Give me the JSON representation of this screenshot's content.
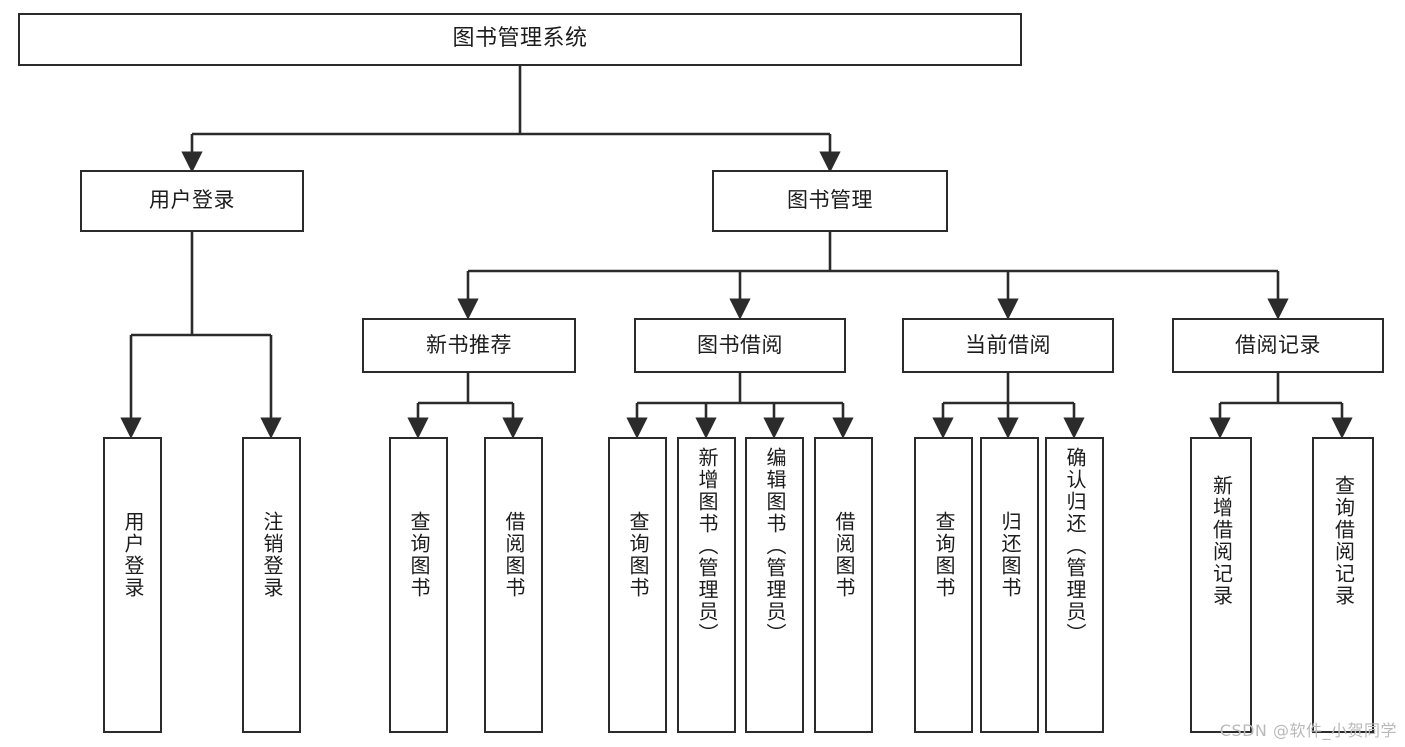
{
  "diagram": {
    "type": "tree",
    "title": "图书管理系统",
    "watermark": "CSDN @软件_小贺同学",
    "colors": {
      "stroke": "#2b2b2b",
      "fill": "#ffffff",
      "text": "#1c1c1c",
      "watermark": "#b9b9b9"
    },
    "root": {
      "label": "图书管理系统"
    },
    "level2": [
      {
        "label": "用户登录"
      },
      {
        "label": "图书管理"
      }
    ],
    "level3": [
      {
        "label": "新书推荐"
      },
      {
        "label": "图书借阅"
      },
      {
        "label": "当前借阅"
      },
      {
        "label": "借阅记录"
      }
    ],
    "leaves": {
      "user_login": [
        {
          "label": "用户登录"
        },
        {
          "label": "注销登录"
        }
      ],
      "new_book": [
        {
          "label": "查询图书"
        },
        {
          "label": "借阅图书"
        }
      ],
      "borrow_book": [
        {
          "label": "查询图书"
        },
        {
          "label": "新增图书（管理员）"
        },
        {
          "label": "编辑图书（管理员）"
        },
        {
          "label": "借阅图书"
        }
      ],
      "current_borrow": [
        {
          "label": "查询图书"
        },
        {
          "label": "归还图书"
        },
        {
          "label": "确认归还（管理员）"
        }
      ],
      "borrow_record": [
        {
          "label": "新增借阅记录"
        },
        {
          "label": "查询借阅记录"
        }
      ]
    }
  }
}
